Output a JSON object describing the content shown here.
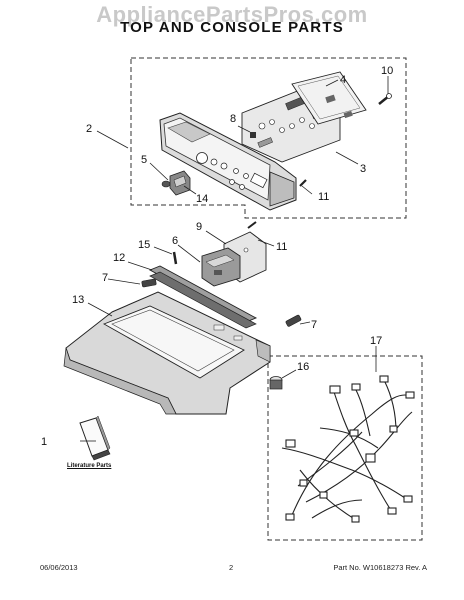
{
  "watermark": "AppliancePartsPros.com",
  "title": "TOP AND CONSOLE PARTS",
  "callouts": [
    "1",
    "2",
    "3",
    "4",
    "5",
    "6",
    "7",
    "7",
    "8",
    "9",
    "10",
    "11",
    "11",
    "12",
    "13",
    "14",
    "15",
    "16",
    "17"
  ],
  "literature_label": "Literature Parts",
  "footer": {
    "date": "06/06/2013",
    "page": "2",
    "part_number": "Part No. W10618273 Rev. A"
  }
}
